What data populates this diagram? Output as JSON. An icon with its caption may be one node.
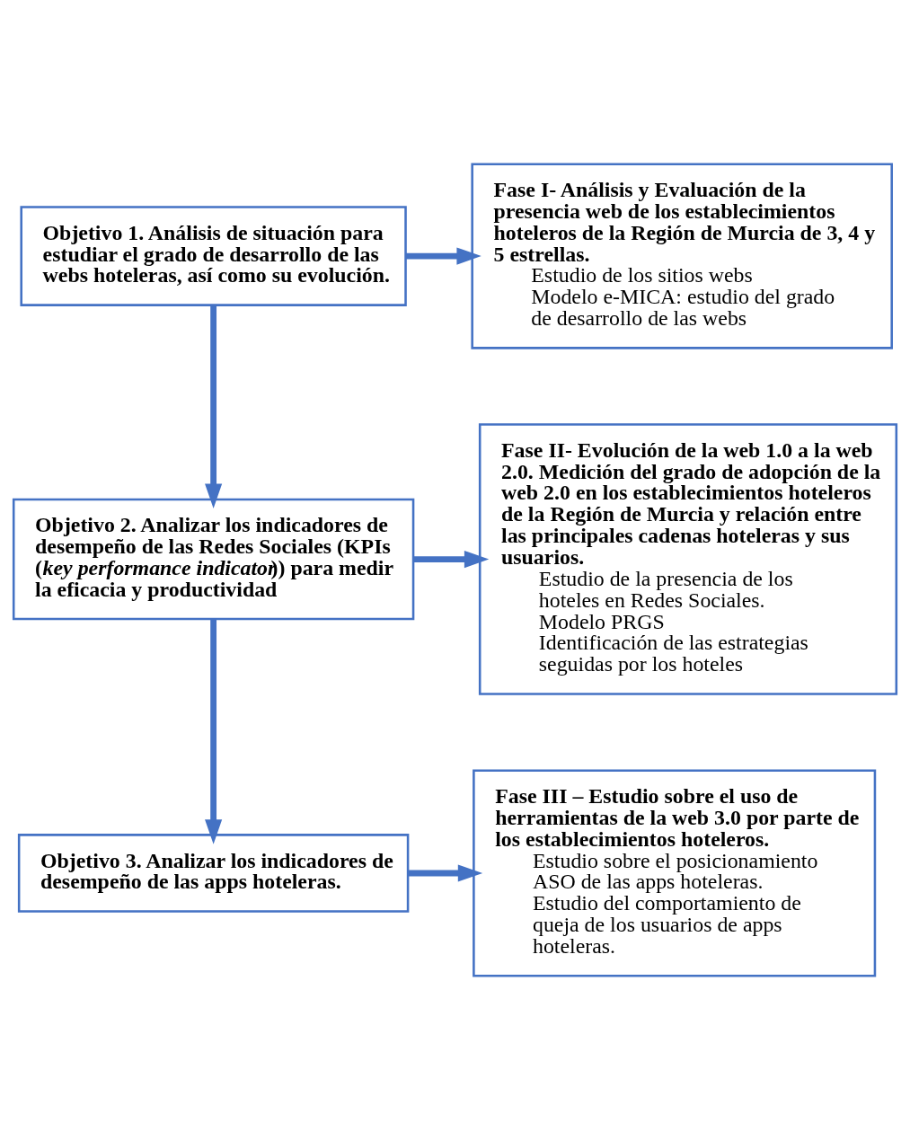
{
  "diagram": {
    "nodes": [
      {
        "text": [
          "Objetivo 1. Análisis de situación para estudiar el grado de desarrollo de las webs hoteleras, así como su evolución."
        ]
      },
      {
        "text": [
          "Fase I- Análisis y Evaluación de la presencia web de los establecimientos hoteleros de la Región de Murcia de 3, 4 y 5 estrellas.",
          "Estudio de los sitios webs",
          "Modelo e-MICA: estudio del grado de desarrollo de las webs"
        ]
      },
      {
        "text": [
          "Objetivo 2. Analizar los indicadores de desempeño de las Redes Sociales (KPIs (*key performance indicator*)) para medir la eficacia y productividad"
        ]
      },
      {
        "text": [
          "Fase II- Evolución de la web 1.0 a la web 2.0. Medición del grado de adopción de la web 2.0 en los establecimientos hoteleros de la Región de Murcia y relación entre las principales cadenas hoteleras y sus usuarios.",
          "Estudio de la presencia de los hoteles en Redes Sociales.",
          "Modelo PRGS",
          "Identificación de las estrategias seguidas por los hoteles"
        ]
      },
      {
        "text": [
          "Objetivo 3. Analizar los indicadores de desempeño de las apps hoteleras."
        ]
      },
      {
        "text": [
          "Fase III – Estudio sobre el uso de herramientas de la web 3.0 por parte de los establecimientos hoteleros.",
          "Estudio sobre el posicionamiento ASO de las apps hoteleras.",
          "Estudio del comportamiento de queja de los usuarios de apps hoteleras."
        ]
      }
    ],
    "edges": [
      {
        "from": 0,
        "to": 1,
        "arrow": "to"
      },
      {
        "from": 0,
        "to": 2,
        "arrow": "to"
      },
      {
        "from": 2,
        "to": 3,
        "arrow": "to"
      },
      {
        "from": 2,
        "to": 4,
        "arrow": "to"
      },
      {
        "from": 4,
        "to": 5,
        "arrow": "to"
      }
    ]
  }
}
